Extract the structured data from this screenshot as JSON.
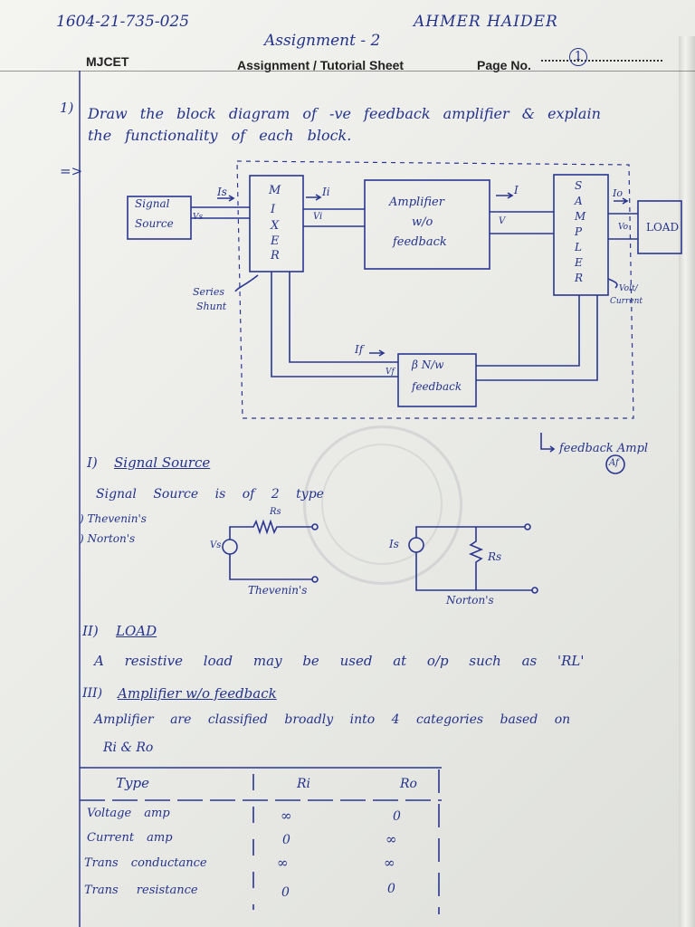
{
  "header": {
    "roll_no": "1604-21-735-025",
    "student_name": "AHMER HAIDER",
    "assignment_title": "Assignment - 2",
    "college": "MJCET",
    "sheet_title": "Assignment / Tutorial Sheet",
    "page_label": "Page No.",
    "page_number": "1"
  },
  "question": {
    "number": "1)",
    "line1": "Draw the block diagram of -ve feedback amplifier & explain",
    "line2": "the functionality of each block.",
    "answer_marker": "=>"
  },
  "diagram": {
    "signal_source": [
      "Signal",
      "Source"
    ],
    "mixer_letters": [
      "M",
      "I",
      "X",
      "E",
      "R"
    ],
    "amplifier": [
      "Amplifier",
      "w/o",
      "feedback"
    ],
    "sampler_letters": [
      "S",
      "A",
      "M",
      "P",
      "L",
      "E",
      "R"
    ],
    "load": "LOAD",
    "feedback_net": [
      "β N/w",
      "feedback"
    ],
    "label_Is": "Is",
    "label_Ii": "Ii",
    "label_I": "I",
    "label_Io": "Io",
    "label_Vs": "Vs",
    "label_Vi": "Vi",
    "label_V": "V",
    "label_Vo": "Vo",
    "label_If": "If",
    "label_Vf": "Vf",
    "series_shunt": [
      "Series",
      "Shunt"
    ],
    "volt_current": [
      "Volt/",
      "Current"
    ],
    "feedback_ampl": "feedback Ampl",
    "af_label": "Af"
  },
  "section1": {
    "heading_num": "I)",
    "heading": "Signal Source",
    "text": "Signal Source is of 2 type",
    "item1": ") Thevenin's",
    "item2": ") Norton's",
    "thevenin_caption": "Thevenin's",
    "norton_caption": "Norton's",
    "rs_label": "Rs",
    "vs_label": "Vs",
    "is_label": "Is"
  },
  "section2": {
    "heading_num": "II)",
    "heading": "LOAD",
    "text": "A resistive load may be used at o/p such as 'RL'"
  },
  "section3": {
    "heading_num": "III)",
    "heading": "Amplifier w/o feedback",
    "line1": "Amplifier are classified broadly into 4 categories based on",
    "line2": "Ri & Ro"
  },
  "table": {
    "headers": [
      "Type",
      "Ri",
      "Ro"
    ],
    "rows": [
      [
        "Voltage amp",
        "∞",
        "0"
      ],
      [
        "Current amp",
        "0",
        "∞"
      ],
      [
        "Trans conductance",
        "∞",
        "∞"
      ],
      [
        "Trans resistance",
        "0",
        "0"
      ]
    ]
  }
}
